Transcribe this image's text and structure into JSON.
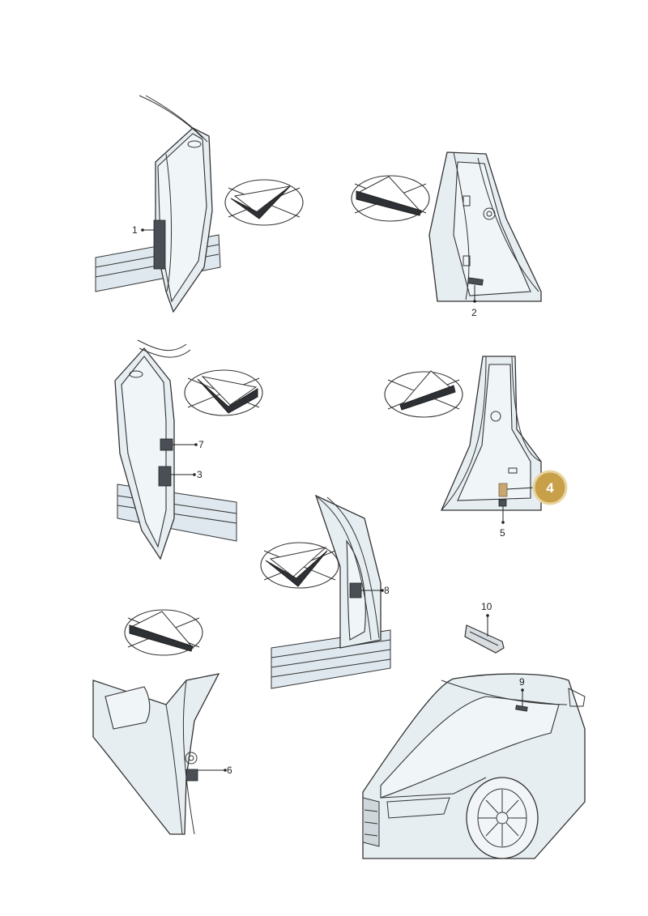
{
  "callouts": {
    "c1": "1",
    "c2": "2",
    "c3": "3",
    "c4": "4",
    "c5": "5",
    "c6": "6",
    "c7": "7",
    "c8": "8",
    "c9": "9",
    "c10": "10"
  },
  "colors": {
    "highlight_badge": "#c8a04a",
    "highlight_badge_ring": "#e8d4a0",
    "highlighted_part": "#c8a870",
    "body_panel": "#e6eef2",
    "line": "#333333"
  },
  "highlighted_callout": "4"
}
